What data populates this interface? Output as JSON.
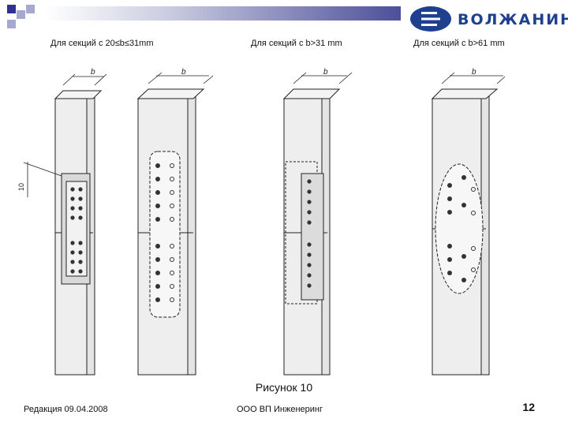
{
  "header": {
    "logo_text": "ВОЛЖАНИН",
    "logo_letter": "В",
    "colors": {
      "brand": "#1f3f8f",
      "bar": "#4d4f9a",
      "square": "#2e3192"
    }
  },
  "captions": [
    "Для секций с 20≤b≤31mm",
    "Для секций с b>31 mm",
    "Для секций с b>61 mm"
  ],
  "figure": {
    "dim_b": "b",
    "dim_10": "10",
    "title": "Рисунок 10"
  },
  "footer": {
    "edition": "Редакция 09.04.2008",
    "company": "ООО ВП Инженеринг",
    "page": "12"
  }
}
